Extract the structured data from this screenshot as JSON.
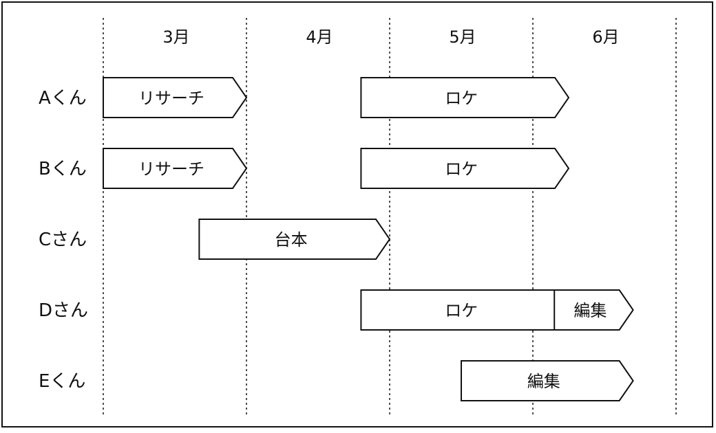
{
  "months": [
    "3月",
    "4月",
    "5月",
    "6月"
  ],
  "people": [
    "Aくん",
    "Bくん",
    "Cさん",
    "Dさん",
    "Eくん"
  ],
  "tasks": [
    {
      "person": 0,
      "label": "リサーチ",
      "start": 0.0,
      "end": 1.0
    },
    {
      "person": 0,
      "label": "ロケ",
      "start": 1.8,
      "end": 3.25
    },
    {
      "person": 1,
      "label": "リサーチ",
      "start": 0.0,
      "end": 1.0
    },
    {
      "person": 1,
      "label": "ロケ",
      "start": 1.8,
      "end": 3.25
    },
    {
      "person": 2,
      "label": "台本",
      "start": 0.67,
      "end": 2.0
    },
    {
      "person": 3,
      "label": "ロケ",
      "start": 1.8,
      "end": 3.25
    },
    {
      "person": 3,
      "label": "編集",
      "start": 3.15,
      "end": 3.7
    },
    {
      "person": 4,
      "label": "編集",
      "start": 2.5,
      "end": 3.7
    }
  ]
}
